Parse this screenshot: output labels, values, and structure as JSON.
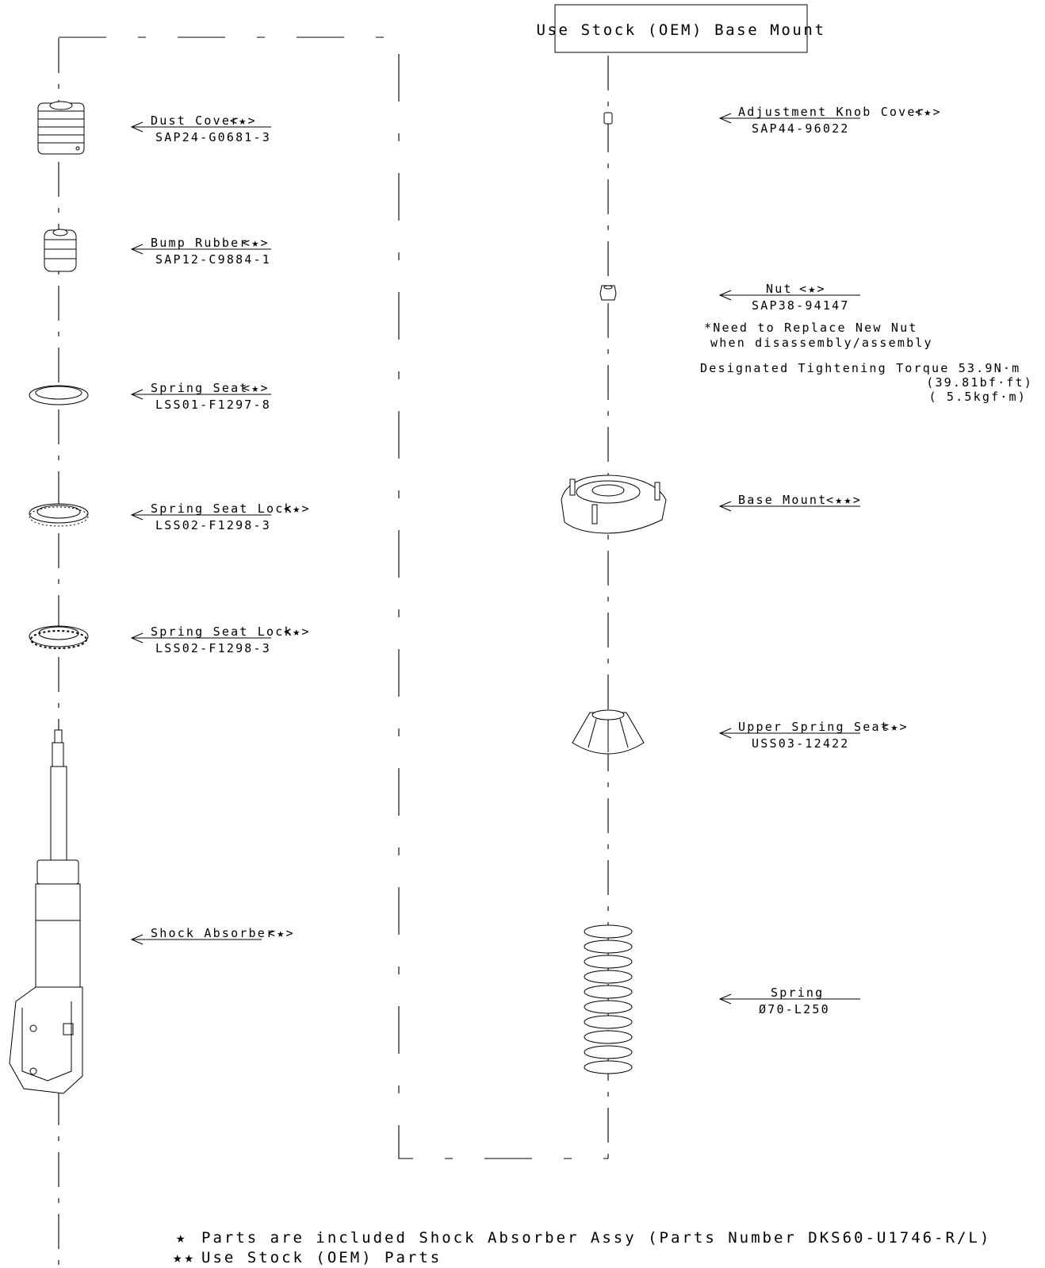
{
  "header_box": {
    "text": "Use Stock (OEM) Base Mount"
  },
  "left_parts": [
    {
      "name": "Dust Cover",
      "mark": "<★>",
      "part_no": "SAP24-G0681-3"
    },
    {
      "name": "Bump Rubber",
      "mark": "<★>",
      "part_no": "SAP12-C9884-1"
    },
    {
      "name": "Spring Seat",
      "mark": "<★>",
      "part_no": "LSS01-F1297-8"
    },
    {
      "name": "Spring Seat Lock",
      "mark": "<★>",
      "part_no": "LSS02-F1298-3"
    },
    {
      "name": "Spring Seat Lock",
      "mark": "<★>",
      "part_no": "LSS02-F1298-3"
    },
    {
      "name": "Shock Absorber",
      "mark": "<★>",
      "part_no": ""
    }
  ],
  "right_parts": [
    {
      "name": "Adjustment Knob Cover",
      "mark": "<★>",
      "part_no": "SAP44-96022"
    },
    {
      "name": "Nut",
      "mark": "<★>",
      "part_no": "SAP38-94147"
    },
    {
      "name": "Base Mount",
      "mark": "<★★>",
      "part_no": ""
    },
    {
      "name": "Upper Spring Seat",
      "mark": "<★>",
      "part_no": "USS03-12422"
    },
    {
      "name": "Spring",
      "mark": "",
      "part_no": "Ø70-L250"
    }
  ],
  "nut_note": {
    "line1": "*Need to Replace New Nut",
    "line2": "when disassembly/assembly"
  },
  "torque": {
    "line1": "Designated Tightening Torque 53.9N·m",
    "line2": "(39.81bf·ft)",
    "line3": "( 5.5kgf·m)"
  },
  "legend": [
    {
      "symbol": "★",
      "text": "Parts are included Shock Absorber Assy (Parts Number DKS60-U1746-R/L)"
    },
    {
      "symbol": "★★",
      "text": "Use Stock (OEM) Parts"
    }
  ]
}
